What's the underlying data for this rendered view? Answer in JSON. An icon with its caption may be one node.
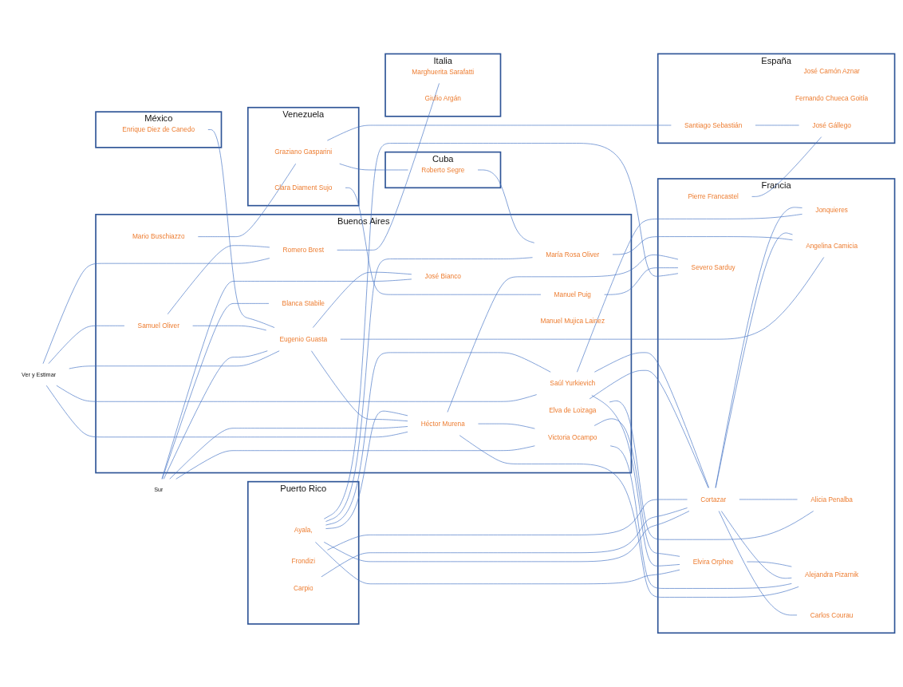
{
  "diagram": {
    "nodes": [
      {
        "text": [
          "Buenos Aires"
        ]
      },
      {
        "text": [
          "Samuel Oliver"
        ],
        "in": 0
      },
      {
        "text": [
          "Romero Brest"
        ],
        "in": 0
      },
      {
        "text": [
          "Mario Buschiazzo"
        ],
        "in": 0
      },
      {
        "text": [
          "Elva de Loizaga"
        ],
        "in": 0
      },
      {
        "text": [
          "Eugenio Guasta"
        ],
        "in": 0
      },
      {
        "text": [
          "María Rosa Oliver"
        ],
        "in": 0
      },
      {
        "text": [
          "Manuel Puig"
        ],
        "in": 0
      },
      {
        "text": [
          "Manuel Mujica Lainez"
        ],
        "in": 0
      },
      {
        "text": [
          "Héctor Murena"
        ],
        "in": 0
      },
      {
        "text": [
          "Saúl Yurkievich"
        ],
        "in": 0
      },
      {
        "text": [
          "José Bianco"
        ],
        "in": 0
      },
      {
        "text": [
          "Blanca Stabile"
        ],
        "in": 0
      },
      {
        "text": [
          "Victoria Ocampo"
        ],
        "in": 0
      },
      {
        "text": [
          "Ver y Estimar"
        ]
      },
      {
        "text": [
          "Sur"
        ]
      },
      {
        "text": [
          "Puerto Rico"
        ]
      },
      {
        "text": [
          "Ayala,"
        ],
        "in": 16
      },
      {
        "text": [
          "Carpio"
        ],
        "in": 16
      },
      {
        "text": [
          "Frondizi"
        ],
        "in": 16
      },
      {
        "text": [
          "Francia"
        ]
      },
      {
        "text": [
          "Cortazar"
        ],
        "in": 20
      },
      {
        "text": [
          "Jonquieres"
        ],
        "in": 20
      },
      {
        "text": [
          "Angelina Camicia"
        ],
        "in": 20
      },
      {
        "text": [
          "Alicia Penalba"
        ],
        "in": 20
      },
      {
        "text": [
          "Elvira Orphee"
        ],
        "in": 20
      },
      {
        "text": [
          "Pierre Francastel"
        ],
        "in": 20
      },
      {
        "text": [
          "Alejandra Pizarnik"
        ],
        "in": 20
      },
      {
        "text": [
          "Severo Sarduy"
        ],
        "in": 20
      },
      {
        "text": [
          "Carlos Courau"
        ],
        "in": 20
      },
      {
        "text": [
          "Venezuela"
        ]
      },
      {
        "text": [
          "Clara Diament Sujo"
        ],
        "in": 30
      },
      {
        "text": [
          "Graziano Gasparini"
        ],
        "in": 30
      },
      {
        "text": [
          "México"
        ]
      },
      {
        "text": [
          "Enrique Diez de Canedo"
        ],
        "in": 33
      },
      {
        "text": [
          "Cuba"
        ]
      },
      {
        "text": [
          "Roberto Segre"
        ],
        "in": 35
      },
      {
        "text": [
          "España"
        ]
      },
      {
        "text": [
          "José Camón Aznar"
        ],
        "in": 37
      },
      {
        "text": [
          "Fernando Chueca Goitía"
        ],
        "in": 37
      },
      {
        "text": [
          "Santiago Sebastián"
        ],
        "in": 37
      },
      {
        "text": [
          "José Gállego"
        ],
        "in": 37
      },
      {
        "text": [
          "Italia"
        ]
      },
      {
        "text": [
          "Marghuerita Sarafatti"
        ],
        "in": 42
      },
      {
        "text": [
          "Giulio Argán"
        ],
        "in": 42
      }
    ],
    "edges": [
      {
        "from": 14,
        "to": 1,
        "arrow": "none"
      },
      {
        "from": 14,
        "to": 2,
        "arrow": "none"
      },
      {
        "from": 14,
        "to": 5,
        "arrow": "none"
      },
      {
        "from": 14,
        "to": 9,
        "arrow": "none"
      },
      {
        "from": 14,
        "to": 10,
        "arrow": "none"
      },
      {
        "from": 15,
        "to": 5,
        "arrow": "none"
      },
      {
        "from": 15,
        "to": 9,
        "arrow": "none"
      },
      {
        "from": 15,
        "to": 11,
        "arrow": "none"
      },
      {
        "from": 15,
        "to": 12,
        "arrow": "none"
      },
      {
        "from": 15,
        "to": 13,
        "arrow": "none"
      },
      {
        "from": 1,
        "to": 2,
        "arrow": "none"
      },
      {
        "from": 1,
        "to": 5,
        "arrow": "none"
      },
      {
        "from": 5,
        "to": 9,
        "arrow": "none"
      },
      {
        "from": 5,
        "to": 11,
        "arrow": "none"
      },
      {
        "from": 9,
        "to": 13,
        "arrow": "none"
      },
      {
        "from": 17,
        "to": 6,
        "arrow": "none"
      },
      {
        "from": 17,
        "to": 9,
        "arrow": "none"
      },
      {
        "from": 17,
        "to": 10,
        "arrow": "none"
      },
      {
        "from": 17,
        "to": 21,
        "arrow": "none"
      },
      {
        "from": 17,
        "to": 25,
        "arrow": "none"
      },
      {
        "from": 17,
        "to": 28,
        "arrow": "none"
      },
      {
        "from": 18,
        "to": 21,
        "arrow": "none"
      },
      {
        "from": 19,
        "to": 21,
        "arrow": "none"
      },
      {
        "from": 2,
        "to": 43,
        "arrow": "none"
      },
      {
        "from": 4,
        "to": 21,
        "arrow": "none"
      },
      {
        "from": 4,
        "to": 24,
        "arrow": "none"
      },
      {
        "from": 5,
        "to": 23,
        "arrow": "none"
      },
      {
        "from": 6,
        "to": 23,
        "arrow": "none"
      },
      {
        "from": 7,
        "to": 28,
        "arrow": "none"
      },
      {
        "from": 9,
        "to": 27,
        "arrow": "none"
      },
      {
        "from": 9,
        "to": 28,
        "arrow": "none"
      },
      {
        "from": 10,
        "to": 21,
        "arrow": "none"
      },
      {
        "from": 10,
        "to": 22,
        "arrow": "none"
      },
      {
        "from": 10,
        "to": 25,
        "arrow": "none"
      },
      {
        "from": 13,
        "to": 25,
        "arrow": "none"
      },
      {
        "from": 13,
        "to": 27,
        "arrow": "none"
      },
      {
        "from": 3,
        "to": 32,
        "arrow": "none"
      },
      {
        "from": 32,
        "to": 40,
        "arrow": "none"
      },
      {
        "from": 32,
        "to": 36,
        "arrow": "none"
      },
      {
        "from": 31,
        "to": 7,
        "arrow": "none"
      },
      {
        "from": 34,
        "to": 5,
        "arrow": "none"
      },
      {
        "from": 36,
        "to": 6,
        "arrow": "none"
      },
      {
        "from": 21,
        "to": 22,
        "arrow": "none"
      },
      {
        "from": 21,
        "to": 23,
        "arrow": "none"
      },
      {
        "from": 21,
        "to": 24,
        "arrow": "none"
      },
      {
        "from": 21,
        "to": 29,
        "arrow": "none"
      },
      {
        "from": 21,
        "to": 27,
        "arrow": "none"
      },
      {
        "from": 25,
        "to": 27,
        "arrow": "none"
      },
      {
        "from": 26,
        "to": 41,
        "arrow": "none"
      },
      {
        "from": 40,
        "to": 41,
        "arrow": "none"
      }
    ]
  }
}
